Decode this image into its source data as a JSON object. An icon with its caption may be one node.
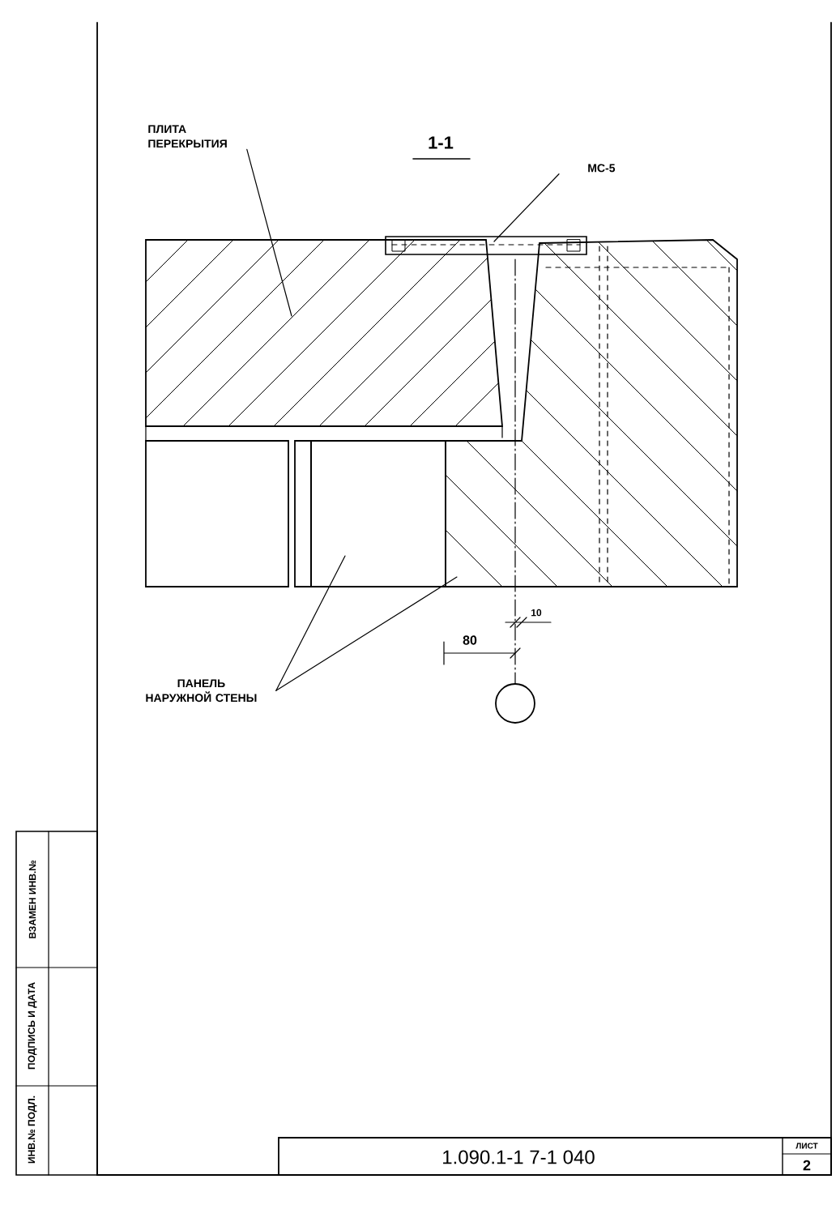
{
  "diagram": {
    "title": "1-1",
    "nodes": [
      {
        "text": [
          "ПЛИТА ПЕРЕКРЫТИЯ"
        ]
      },
      {
        "text": [],
        "shape": "box"
      },
      {
        "text": [
          "МС-5"
        ]
      },
      {
        "text": [],
        "shape": "box"
      },
      {
        "text": [
          "ПАНЕЛЬ НАРУЖНОЙ СТЕНЫ"
        ]
      },
      {
        "text": [],
        "shape": "box"
      },
      {
        "text": [],
        "shape": "box"
      }
    ],
    "edges": [
      {
        "from": 0,
        "to": 1,
        "arrow": "none"
      },
      {
        "from": 2,
        "to": 3,
        "arrow": "none"
      },
      {
        "from": 4,
        "to": 5,
        "arrow": "none"
      },
      {
        "from": 4,
        "to": 6,
        "arrow": "none"
      }
    ],
    "labels": [
      "10",
      "80",
      "1.090.1-1 7-1 040",
      "ЛИСТ",
      "2",
      "ИНВ.№ ПОДЛ.",
      "ПОДПИСЬ И ДАТА",
      "ВЗАМЕН ИНВ.№"
    ]
  }
}
